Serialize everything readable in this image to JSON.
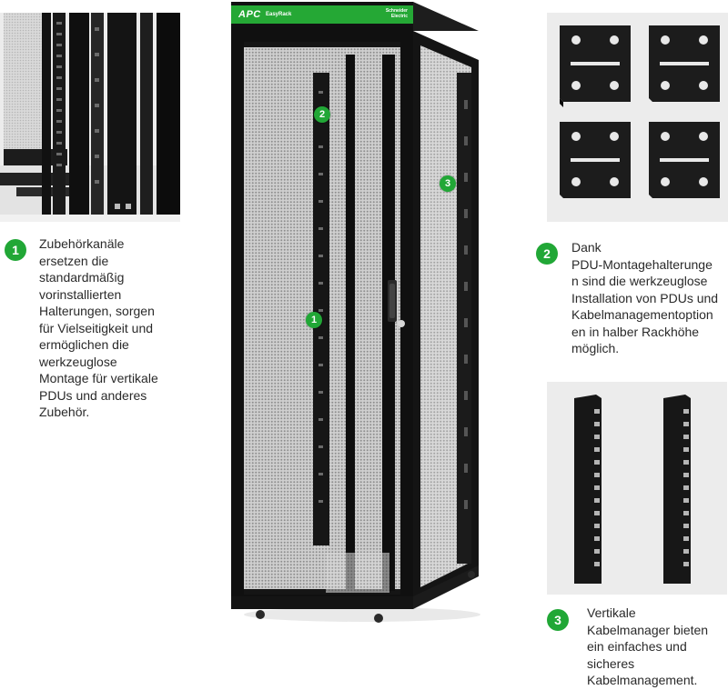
{
  "cabinet": {
    "brand": "APC",
    "product": "EasyRack",
    "maker": "Schneider Electric"
  },
  "markers": [
    "1",
    "2",
    "3"
  ],
  "callouts": [
    {
      "number": "1",
      "text": "Zubehörkanäle\nersetzen die\nstandardmäßig\nvorinstallierten\nHalterungen, sorgen\nfür Vielseitigkeit und\nermöglichen die\nwerkzeuglose\nMontage für vertikale\nPDUs und anderes\nZubehör."
    },
    {
      "number": "2",
      "text": "Dank\nPDU-Montagehalterunge\nn sind die werkzeuglose\nInstallation von PDUs und\nKabelmanagementoption\nen in halber Rackhöhe\nmöglich."
    },
    {
      "number": "3",
      "text": "Vertikale\nKabelmanager bieten\nein einfaches und\nsicheres\nKabelmanagement."
    }
  ],
  "colors": {
    "accent": "#21a736",
    "rack": "#151515"
  }
}
